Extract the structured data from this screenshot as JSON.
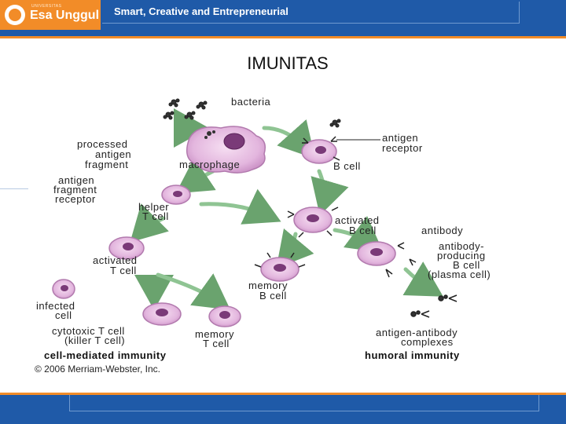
{
  "header": {
    "logo_small": "UNIVERSITAS",
    "logo_text": "Esa Unggul",
    "tagline": "Smart, Creative and Entrepreneurial"
  },
  "slide": {
    "title": "IMUNITAS"
  },
  "diagram": {
    "labels": {
      "bacteria": "bacteria",
      "processed_1": "processed",
      "processed_2": "antigen",
      "processed_3": "fragment",
      "macrophage": "macrophage",
      "antigen_receptor_1": "antigen",
      "antigen_receptor_2": "receptor",
      "b_cell": "B cell",
      "afr_1": "antigen",
      "afr_2": "fragment",
      "afr_3": "receptor",
      "helper_1": "helper",
      "helper_2": "T cell",
      "activated_b_1": "activated",
      "activated_b_2": "B cell",
      "antibody": "antibody",
      "activated_t_1": "activated",
      "activated_t_2": "T cell",
      "memory_b_1": "memory",
      "memory_b_2": "B cell",
      "abp_1": "antibody-",
      "abp_2": "producing",
      "abp_3": "B cell",
      "abp_4": "(plasma cell)",
      "infected_1": "infected",
      "infected_2": "cell",
      "cytotoxic_1": "cytotoxic T cell",
      "cytotoxic_2": "(killer T cell)",
      "memory_t_1": "memory",
      "memory_t_2": "T cell",
      "complex_1": "antigen-antibody",
      "complex_2": "complexes",
      "cell_mediated": "cell-mediated immunity",
      "humoral": "humoral immunity",
      "copyright": "© 2006 Merriam-Webster, Inc."
    }
  }
}
